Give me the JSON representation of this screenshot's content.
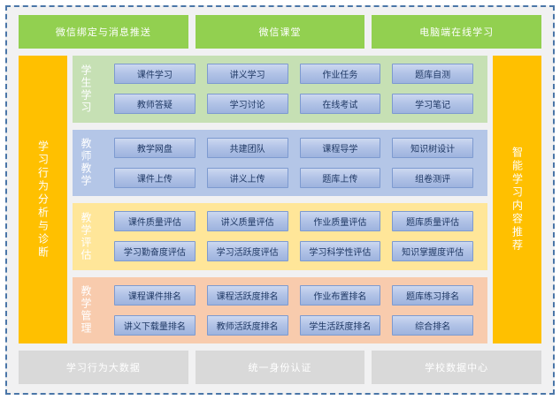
{
  "colors": {
    "frame_border": "#4a76a8",
    "canvas_bg": "#f1f1f2",
    "top_button_bg": "#92d050",
    "rail_bg": "#ffc000",
    "bottom_button_bg": "#d9d9d9",
    "module_button_border": "#7d9ad0",
    "module_button_text": "#1f3864"
  },
  "top_bar": {
    "items": [
      "微信绑定与消息推送",
      "微信课堂",
      "电脑端在线学习"
    ]
  },
  "left_bar": {
    "label": "学习行为分析与诊断"
  },
  "right_bar": {
    "label": "智能学习内容推荐"
  },
  "sections": [
    {
      "label": "学生学习",
      "bg": "#c6e0b4",
      "buttons": [
        "课件学习",
        "讲义学习",
        "作业任务",
        "题库自测",
        "教师答疑",
        "学习讨论",
        "在线考试",
        "学习笔记"
      ]
    },
    {
      "label": "教师教学",
      "bg": "#b4c6e7",
      "buttons": [
        "教学网盘",
        "共建团队",
        "课程导学",
        "知识树设计",
        "课件上传",
        "讲义上传",
        "题库上传",
        "组卷测评"
      ]
    },
    {
      "label": "教学评估",
      "bg": "#ffe699",
      "buttons": [
        "课件质量评估",
        "讲义质量评估",
        "作业质量评估",
        "题库质量评估",
        "学习勤奋度评估",
        "学习活跃度评估",
        "学习科学性评估",
        "知识掌握度评估"
      ]
    },
    {
      "label": "教学管理",
      "bg": "#f8cbad",
      "buttons": [
        "课程课件排名",
        "课程活跃度排名",
        "作业布置排名",
        "题库练习排名",
        "讲义下载量排名",
        "教师活跃度排名",
        "学生活跃度排名",
        "综合排名"
      ]
    }
  ],
  "bottom_bar": {
    "items": [
      "学习行为大数据",
      "统一身份认证",
      "学校数据中心"
    ]
  }
}
